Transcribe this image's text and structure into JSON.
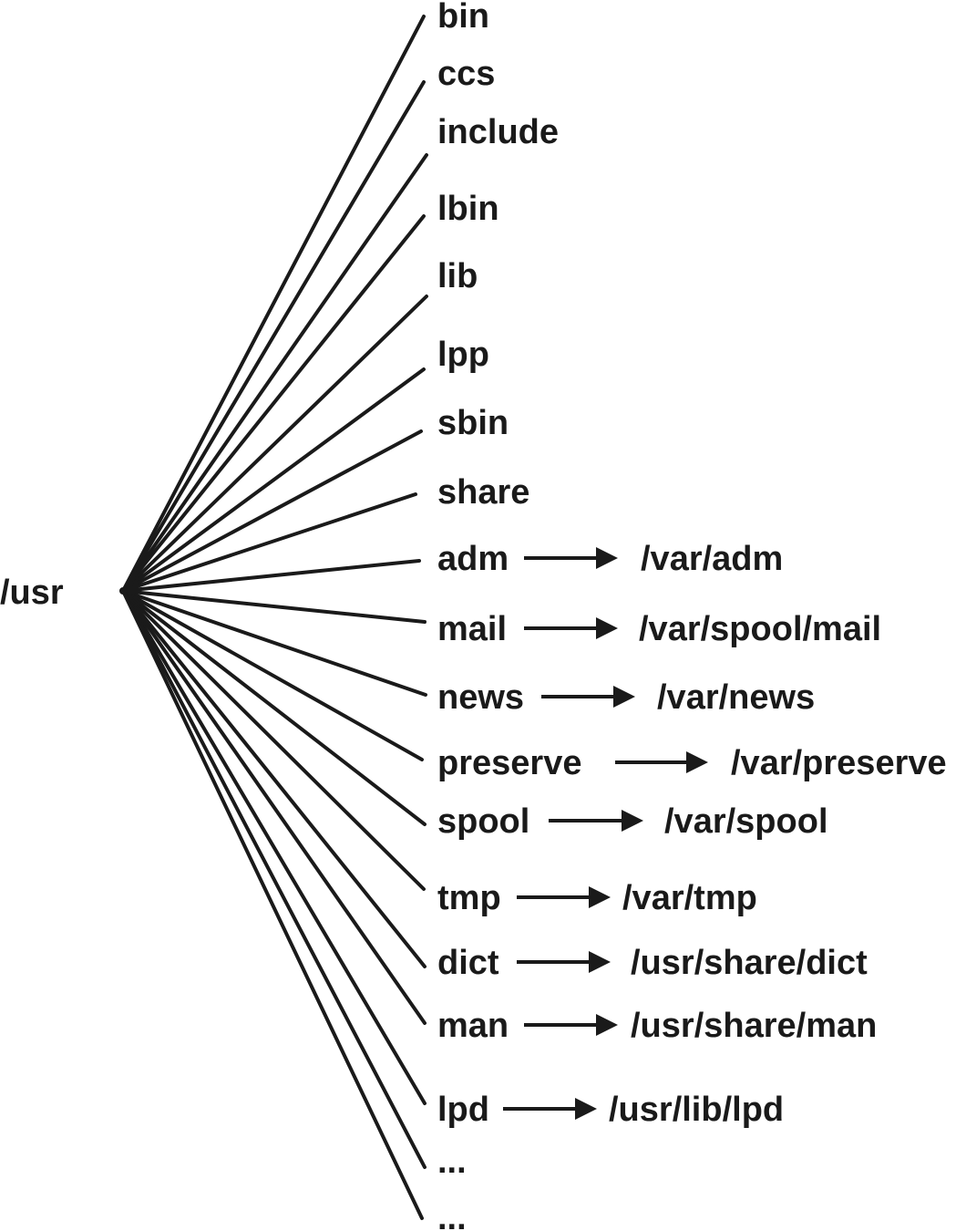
{
  "root": {
    "label": "/usr"
  },
  "children": [
    {
      "label": "bin"
    },
    {
      "label": "ccs"
    },
    {
      "label": "include"
    },
    {
      "label": "lbin"
    },
    {
      "label": "lib"
    },
    {
      "label": "lpp"
    },
    {
      "label": "sbin"
    },
    {
      "label": "share"
    },
    {
      "label": "adm",
      "link_target": "/var/adm"
    },
    {
      "label": "mail",
      "link_target": "/var/spool/mail"
    },
    {
      "label": "news",
      "link_target": "/var/news"
    },
    {
      "label": "preserve",
      "link_target": "/var/preserve"
    },
    {
      "label": "spool",
      "link_target": "/var/spool"
    },
    {
      "label": "tmp",
      "link_target": "/var/tmp"
    },
    {
      "label": "dict",
      "link_target": "/usr/share/dict"
    },
    {
      "label": "man",
      "link_target": "/usr/share/man"
    },
    {
      "label": "lpd",
      "link_target": "/usr/lib/lpd"
    },
    {
      "label": "..."
    },
    {
      "label": "..."
    }
  ]
}
